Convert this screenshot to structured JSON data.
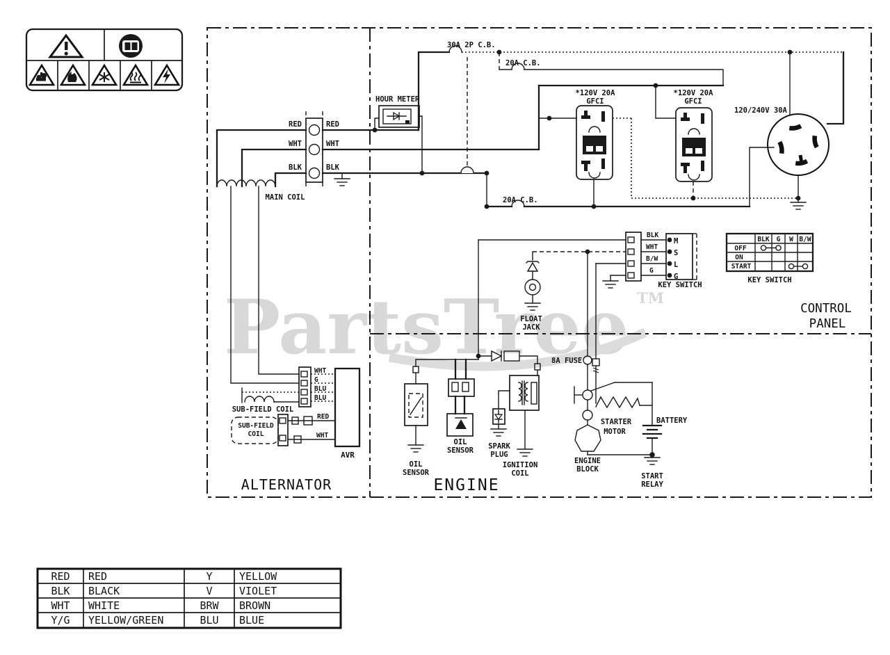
{
  "watermark": {
    "text": "PartsTree",
    "tm": "TM"
  },
  "sections": {
    "alternator": "ALTERNATOR",
    "engine": "ENGINE",
    "control_panel_line1": "CONTROL",
    "control_panel_line2": "PANEL"
  },
  "alternator": {
    "main_coil": "MAIN COIL",
    "red_left": "RED",
    "red_right": "RED",
    "wht_left": "WHT",
    "wht_right": "WHT",
    "blk_left": "BLK",
    "blk_right": "BLK",
    "avr": "AVR",
    "sub_field_coil_1": "SUB-FIELD COIL",
    "sub_field_coil_2_line1": "SUB-FIELD",
    "sub_field_coil_2_line2": "COIL",
    "avr_in": {
      "w0": "WHT",
      "w1": "G",
      "w2": "BLU",
      "w3": "BLU"
    },
    "avr_red": "RED",
    "avr_wht": "WHT"
  },
  "control_panel": {
    "breaker_30a": "30A 2P C.B.",
    "breaker_20a_top": "20A C.B.",
    "breaker_20a_mid": "20A C.B.",
    "hour_meter": "HOUR METER",
    "gfci1_line1": "*120V 20A",
    "gfci1_line2": "GFCI",
    "gfci2_line1": "*120V 20A",
    "gfci2_line2": "GFCI",
    "receptacle": "120/240V 30A",
    "key_switch": {
      "wires": {
        "w0": "BLK",
        "w1": "WHT",
        "w2": "B/W",
        "w3": "G"
      },
      "terminals": {
        "t0": "M",
        "t1": "S",
        "t2": "L",
        "t3": "G"
      },
      "label": "KEY SWITCH"
    },
    "key_switch_table": {
      "headers": {
        "h0": "BLK",
        "h1": "G",
        "h2": "W",
        "h3": "B/W"
      },
      "rows": {
        "r0": "OFF",
        "r1": "ON",
        "r2": "START"
      },
      "label": "KEY SWITCH"
    },
    "float_jack_line1": "FLOAT",
    "float_jack_line2": "JACK"
  },
  "engine": {
    "fuse": "8A FUSE",
    "oil_sensor_left_line1": "OIL",
    "oil_sensor_left_line2": "SENSOR",
    "oil_sensor_mid_line1": "OIL",
    "oil_sensor_mid_line2": "SENSOR",
    "spark_plug_line1": "SPARK",
    "spark_plug_line2": "PLUG",
    "ignition_coil_line1": "IGNITION",
    "ignition_coil_line2": "COIL",
    "starter_motor_line1": "STARTER",
    "starter_motor_line2": "MOTOR",
    "battery": "BATTERY",
    "engine_block_line1": "ENGINE",
    "engine_block_line2": "BLOCK",
    "start_relay_line1": "START",
    "start_relay_line2": "RELAY"
  },
  "legend": {
    "rows": [
      [
        "RED",
        "RED",
        "Y",
        "YELLOW"
      ],
      [
        "BLK",
        "BLACK",
        "V",
        "VIOLET"
      ],
      [
        "WHT",
        "WHITE",
        "BRW",
        "BROWN"
      ],
      [
        "Y/G",
        "YELLOW/GREEN",
        "BLU",
        "BLUE"
      ]
    ]
  }
}
